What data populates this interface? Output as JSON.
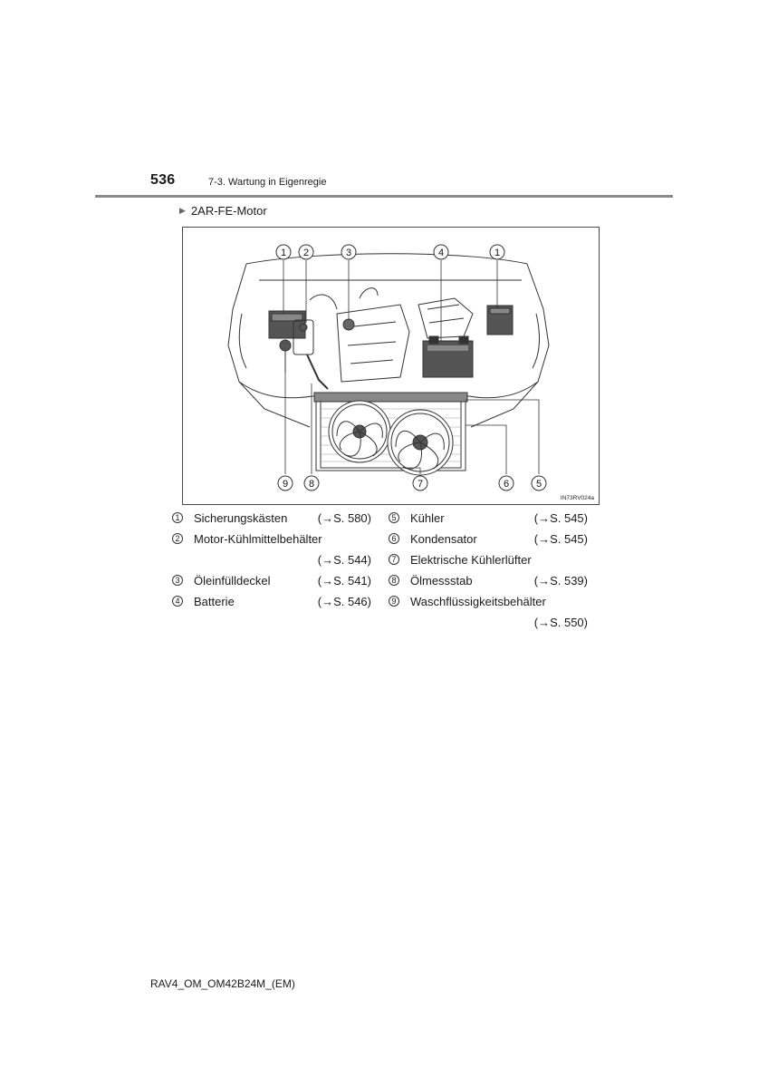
{
  "header": {
    "page_number": "536",
    "section": "7-3. Wartung in Eigenregie"
  },
  "subheading": "2AR-FE-Motor",
  "figure": {
    "code": "IN73RV024a",
    "callouts_top": [
      "1",
      "2",
      "3",
      "4",
      "1"
    ],
    "callouts_bottom": [
      "9",
      "8",
      "7",
      "6",
      "5"
    ]
  },
  "legend": {
    "left": [
      {
        "num": "1",
        "label": "Sicherungskästen",
        "ref": "(→S. 580)"
      },
      {
        "num": "2",
        "label": "Motor-Kühlmittelbehälter",
        "ref": ""
      },
      {
        "num": "",
        "label": "",
        "ref": "(→S. 544)"
      },
      {
        "num": "3",
        "label": "Öleinfülldeckel",
        "ref": "(→S. 541)"
      },
      {
        "num": "4",
        "label": "Batterie",
        "ref": "(→S. 546)"
      }
    ],
    "right": [
      {
        "num": "5",
        "label": "Kühler",
        "ref": "(→S. 545)"
      },
      {
        "num": "6",
        "label": "Kondensator",
        "ref": "(→S. 545)"
      },
      {
        "num": "7",
        "label": "Elektrische Kühlerlüfter",
        "ref": ""
      },
      {
        "num": "8",
        "label": "Ölmessstab",
        "ref": "(→S. 539)"
      },
      {
        "num": "9",
        "label": "Waschflüssigkeitsbehälter",
        "ref": ""
      },
      {
        "num": "",
        "label": "",
        "ref": "(→S. 550)"
      }
    ]
  },
  "footer": "RAV4_OM_OM42B24M_(EM)"
}
